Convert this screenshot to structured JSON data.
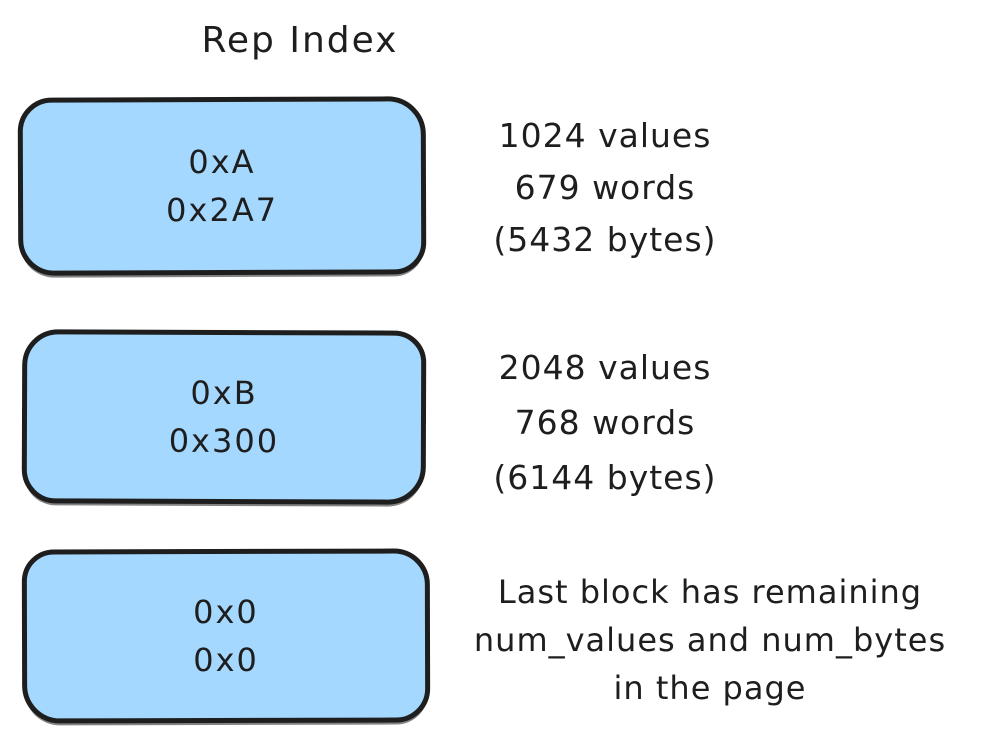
{
  "title": "Rep Index",
  "colors": {
    "block_fill": "#a5d8ff",
    "stroke": "#1e1e1e",
    "background": "#ffffff"
  },
  "blocks": [
    {
      "lines": [
        "0xA",
        "0x2A7"
      ],
      "annotation": [
        "1024 values",
        "679 words",
        "(5432 bytes)"
      ]
    },
    {
      "lines": [
        "0xB",
        "0x300"
      ],
      "annotation": [
        "2048 values",
        "768 words",
        "(6144 bytes)"
      ]
    },
    {
      "lines": [
        "0x0",
        "0x0"
      ],
      "annotation": [
        "Last block has remaining",
        "num_values and num_bytes",
        "in the page"
      ]
    }
  ]
}
